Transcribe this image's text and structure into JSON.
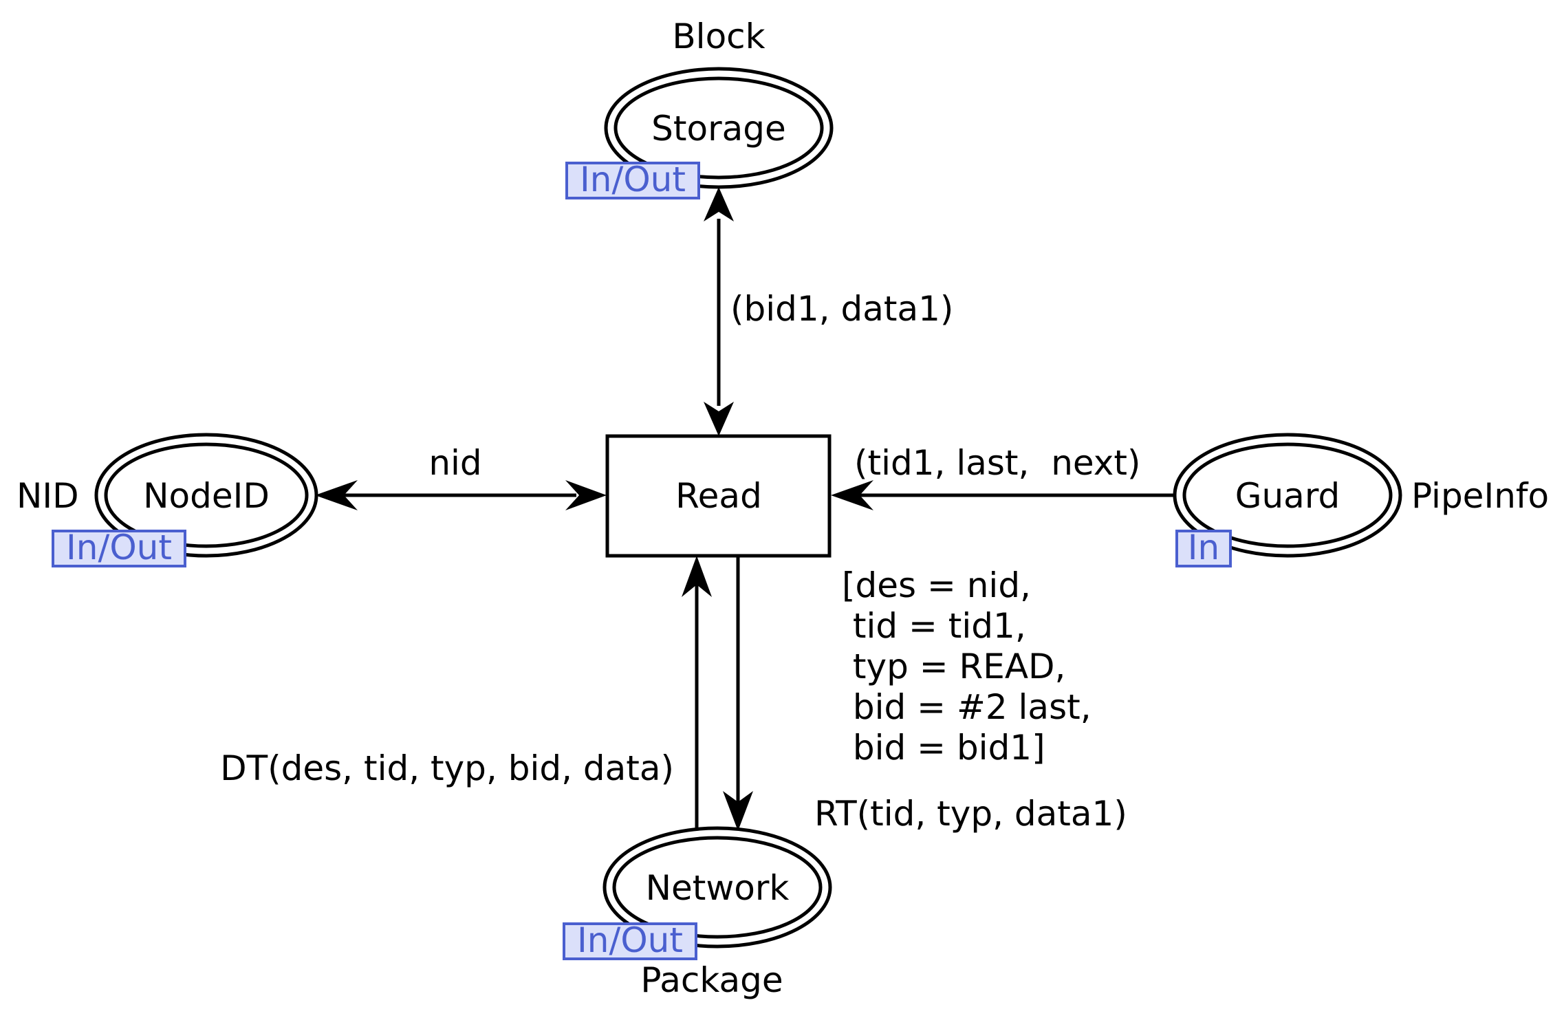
{
  "places": {
    "storage": {
      "name": "Storage",
      "type": "Block",
      "port": "In/Out"
    },
    "nodeid": {
      "name": "NodeID",
      "type": "NID",
      "port": "In/Out"
    },
    "guard": {
      "name": "Guard",
      "type": "PipeInfo",
      "port": "In"
    },
    "network": {
      "name": "Network",
      "type": "Package",
      "port": "In/Out"
    }
  },
  "transition": {
    "name": "Read"
  },
  "arcs": {
    "storage_read": "(bid1, data1)",
    "nodeid_read": "nid",
    "guard_read": "(tid1, last,  next)",
    "network_to_read": "DT(des, tid, typ, bid, data)",
    "read_to_network": "RT(tid, typ, data1)"
  },
  "guard_condition": {
    "lines": [
      "[des = nid,",
      " tid = tid1,",
      " typ = READ,",
      " bid = #2 last,",
      " bid = bid1]"
    ]
  },
  "colors": {
    "port_text": "#4a5fcf",
    "port_fill": "#dbe0fa",
    "stroke": "#000000"
  }
}
